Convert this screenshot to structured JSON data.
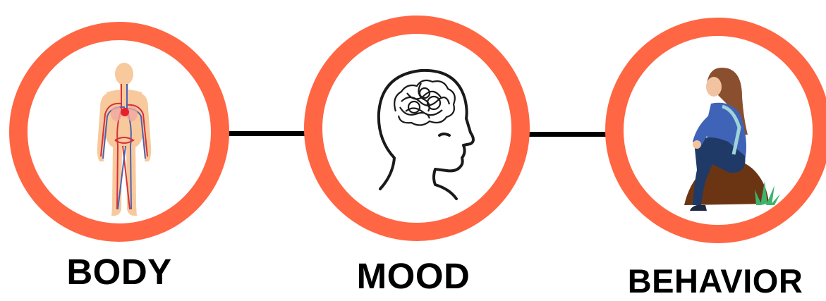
{
  "nodes": [
    {
      "label": "BODY",
      "icon": "human-circulatory-system-icon"
    },
    {
      "label": "MOOD",
      "icon": "head-tangled-thoughts-icon"
    },
    {
      "label": "BEHAVIOR",
      "icon": "sitting-woman-icon"
    }
  ],
  "colors": {
    "ring": "#ff6643",
    "connector": "#000000",
    "label": "#000000",
    "background": "#ffffff"
  }
}
